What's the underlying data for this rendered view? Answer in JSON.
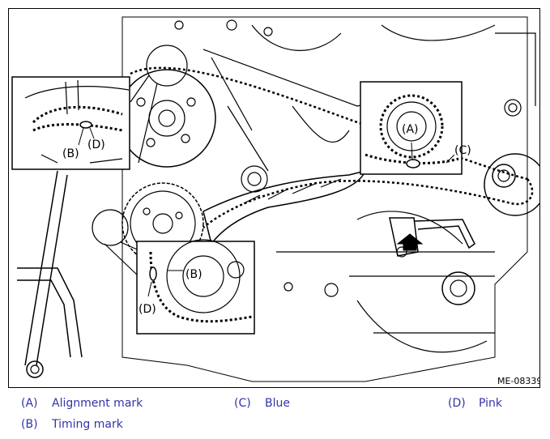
{
  "figure": {
    "code": "ME-08339",
    "callouts": {
      "a": "(A)",
      "b": "(B)",
      "c": "(C)",
      "d": "(D)"
    }
  },
  "legend": [
    {
      "code": "(A)",
      "label": "Alignment mark"
    },
    {
      "code": "(C)",
      "label": "Blue"
    },
    {
      "code": "(D)",
      "label": "Pink"
    },
    {
      "code": "(B)",
      "label": "Timing mark"
    }
  ]
}
